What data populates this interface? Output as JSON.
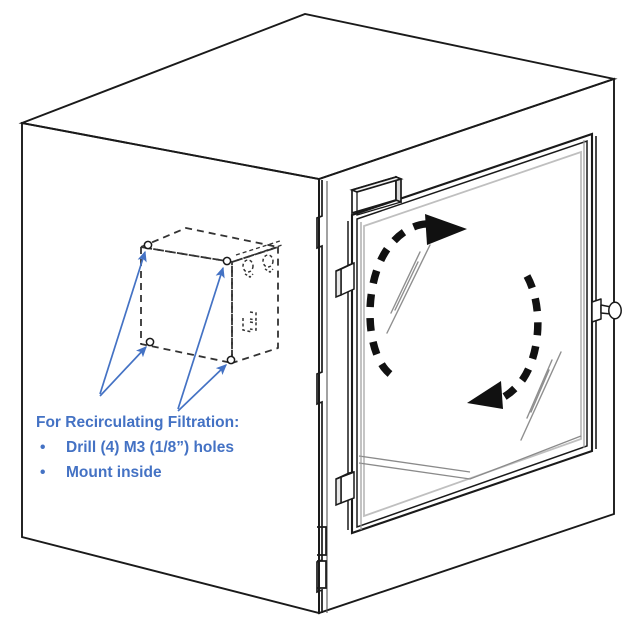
{
  "document": {
    "title": "Recirculating Filtration Mounting Instructions",
    "type": "technical-illustration",
    "background_color": "#FFFFFF"
  },
  "colors": {
    "line": "#1A1A1A",
    "line_light": "#BFBFBF",
    "annotation_blue": "#4472C4",
    "arrow_black": "#111111",
    "dashed_gray": "#333333"
  },
  "callout": {
    "heading": "For Recirculating Filtration:",
    "bullets": [
      {
        "marker": "•",
        "label": "Drill (4) M3 (1/8”) holes"
      },
      {
        "marker": "•",
        "label": "Mount inside"
      }
    ]
  },
  "enclosure": {
    "name": "3D printer enclosure cabinet",
    "faces": [
      "top",
      "left-side",
      "front"
    ],
    "corner_seam": "tabbed-joint-vertical-seam",
    "seam_notch_count": 4
  },
  "door": {
    "name": "hinged transparent door",
    "hinges": 2,
    "handle": "knob",
    "glass_reflection_streaks": 4,
    "vent_slot": "rectangular-top-vent"
  },
  "rotation_indicator": {
    "name": "door-swing-rotation-arrows",
    "style": "bold-dashed-circular",
    "arrowheads": 2,
    "direction": "bidirectional"
  },
  "filter_box": {
    "name": "recirculating filter unit",
    "style": "hidden-dashed-outline",
    "mounting_holes": 4,
    "hole_label": "M3 (1/8”)",
    "detail_features": [
      "two-round-ports",
      "small-bracket"
    ]
  },
  "leader_arrows": {
    "name": "hole-callout-arrows",
    "count": 4,
    "color": "#4472C4",
    "targets": [
      "hole-top-left",
      "hole-top-right",
      "hole-bottom-left",
      "hole-bottom-right"
    ]
  }
}
